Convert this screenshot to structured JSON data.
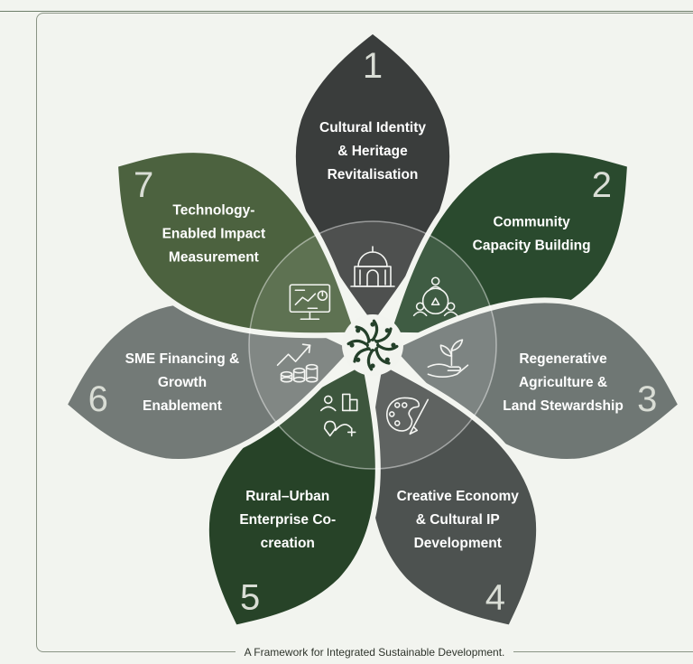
{
  "diagram": {
    "caption": "A Framework for Integrated Sustainable Development.",
    "petals": [
      {
        "number": "1",
        "lines": [
          "Cultural Identity",
          "& Heritage",
          "Revitalisation"
        ],
        "color": "#3a3d3c",
        "icon": "heritage-building-icon"
      },
      {
        "number": "2",
        "lines": [
          "Community",
          "Capacity Building"
        ],
        "color": "#2a4a2e",
        "icon": "community-network-icon"
      },
      {
        "number": "3",
        "lines": [
          "Regenerative",
          "Agriculture &",
          "Land Stewardship"
        ],
        "color": "#6f7774",
        "icon": "hand-sprout-icon"
      },
      {
        "number": "4",
        "lines": [
          "Creative Economy",
          "& Cultural IP",
          "Development"
        ],
        "color": "#4d5250",
        "icon": "palette-brush-icon"
      },
      {
        "number": "5",
        "lines": [
          "Rural–Urban",
          "Enterprise Co-",
          "creation"
        ],
        "color": "#274328",
        "icon": "rural-urban-icon"
      },
      {
        "number": "6",
        "lines": [
          "SME Financing &",
          "Growth",
          "Enablement"
        ],
        "color": "#737a77",
        "icon": "growth-coins-icon"
      },
      {
        "number": "7",
        "lines": [
          "Technology-",
          "Enabled Impact",
          "Measurement"
        ],
        "color": "#4c623f",
        "icon": "dashboard-monitor-icon"
      }
    ],
    "center_icon": "interconnected-cycle-icon"
  }
}
